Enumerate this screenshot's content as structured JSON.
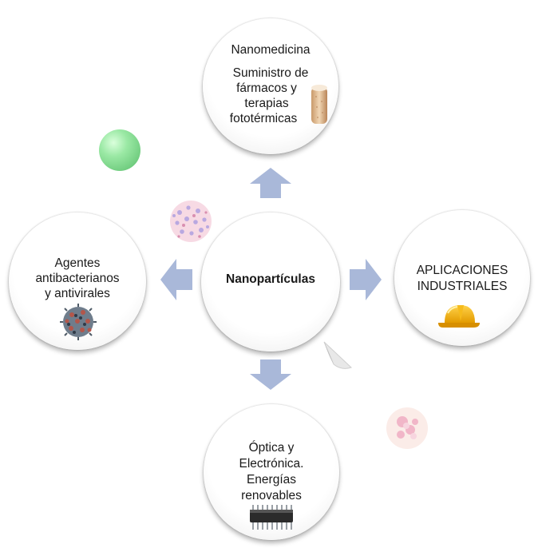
{
  "center": {
    "label": "Nanopartículas"
  },
  "top": {
    "title": "Nanomedicina",
    "lines": [
      "Suministro de",
      "fármacos y",
      "terapias",
      "fototérmicas"
    ]
  },
  "left": {
    "lines": [
      "Agentes",
      "antibacterianos",
      "y antivirales"
    ]
  },
  "right": {
    "lines": [
      "APLICACIONES",
      "INDUSTRIALES"
    ]
  },
  "bottom": {
    "lines": [
      "Óptica y",
      "Electrónica.",
      "Energías",
      "renovables"
    ]
  },
  "icons": {
    "top": "pill-capsule-icon",
    "left": "virus-icon",
    "right": "hard-hat-icon",
    "bottom": "microchip-icon"
  },
  "colors": {
    "arrow": "#a9b8d9",
    "hard_hat": "#f2a900",
    "green_sphere": "#7ed88b"
  }
}
